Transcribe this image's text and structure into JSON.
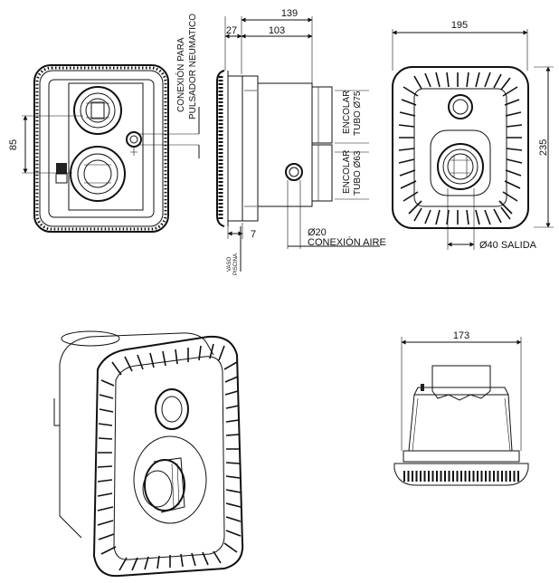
{
  "labels": {
    "conexion_line1": "CONEXIÓN PARA",
    "conexion_line2": "PULSADOR NEUMATICO",
    "encolar_075_line1": "ENCOLAR",
    "encolar_075_line2": "TUBO Ø75",
    "encolar_063_line1": "ENCOLAR",
    "encolar_063_line2": "TUBO Ø63",
    "vaso_line1": "VASO",
    "vaso_line2": "PISCINA"
  },
  "dimensions": {
    "overall_depth": "139",
    "flange_depth": "27",
    "body_depth": "103",
    "gap": "7",
    "vertical_spacing": "85",
    "air_connection": "Ø20",
    "air_connection_label": "CONEXIÓN AIRE",
    "front_width": "195",
    "front_height": "235",
    "outlet": "Ø40 SALIDA",
    "body_width": "173"
  },
  "colors": {
    "line": "#111111",
    "background": "#ffffff"
  }
}
